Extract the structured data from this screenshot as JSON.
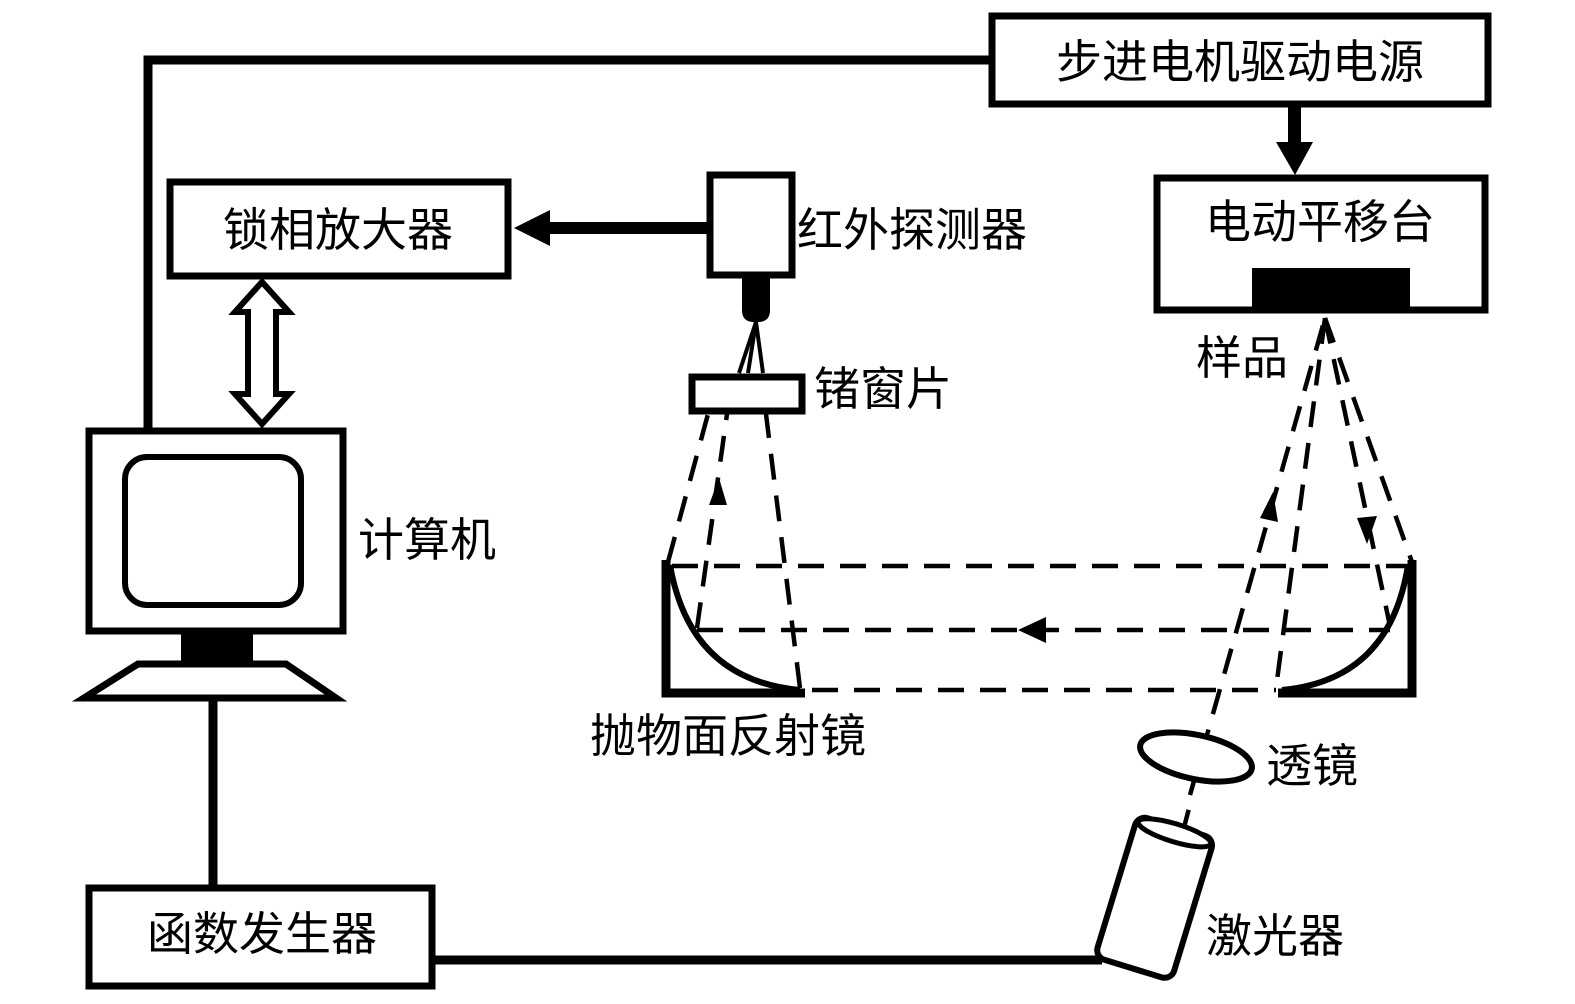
{
  "diagram": {
    "title": "",
    "colors": {
      "line": "#000000",
      "background": "#ffffff"
    },
    "components": {
      "stepper_power": {
        "label": "步进电机驱动电源"
      },
      "motor_stage": {
        "label": "电动平移台"
      },
      "sample": {
        "label": "样品"
      },
      "lockin": {
        "label": "锁相放大器"
      },
      "ir_detector": {
        "label": "红外探测器"
      },
      "ge_window": {
        "label": "锗窗片"
      },
      "computer": {
        "label": "计算机"
      },
      "parabolic_mirror": {
        "label": "抛物面反射镜"
      },
      "lens": {
        "label": "透镜"
      },
      "laser": {
        "label": "激光器"
      },
      "function_gen": {
        "label": "函数发生器"
      }
    },
    "connections": [
      {
        "from": "步进电机驱动电源",
        "to": "电动平移台",
        "type": "arrow"
      },
      {
        "from": "红外探测器",
        "to": "锁相放大器",
        "type": "arrow"
      },
      {
        "from": "锁相放大器",
        "to": "计算机",
        "type": "bidirectional-arrow"
      },
      {
        "from": "计算机",
        "to": "步进电机驱动电源",
        "type": "line"
      },
      {
        "from": "计算机",
        "to": "函数发生器",
        "type": "line"
      },
      {
        "from": "函数发生器",
        "to": "激光器",
        "type": "line"
      }
    ],
    "optical_path": [
      {
        "from": "激光器",
        "to": "透镜",
        "type": "beam"
      },
      {
        "from": "透镜",
        "to": "样品",
        "type": "beam"
      },
      {
        "from": "样品",
        "to": "抛物面反射镜",
        "type": "beam"
      },
      {
        "from": "抛物面反射镜",
        "to": "抛物面反射镜",
        "type": "collimated-beam"
      },
      {
        "from": "抛物面反射镜",
        "to": "锗窗片",
        "type": "beam"
      },
      {
        "from": "锗窗片",
        "to": "红外探测器",
        "type": "beam"
      }
    ]
  }
}
